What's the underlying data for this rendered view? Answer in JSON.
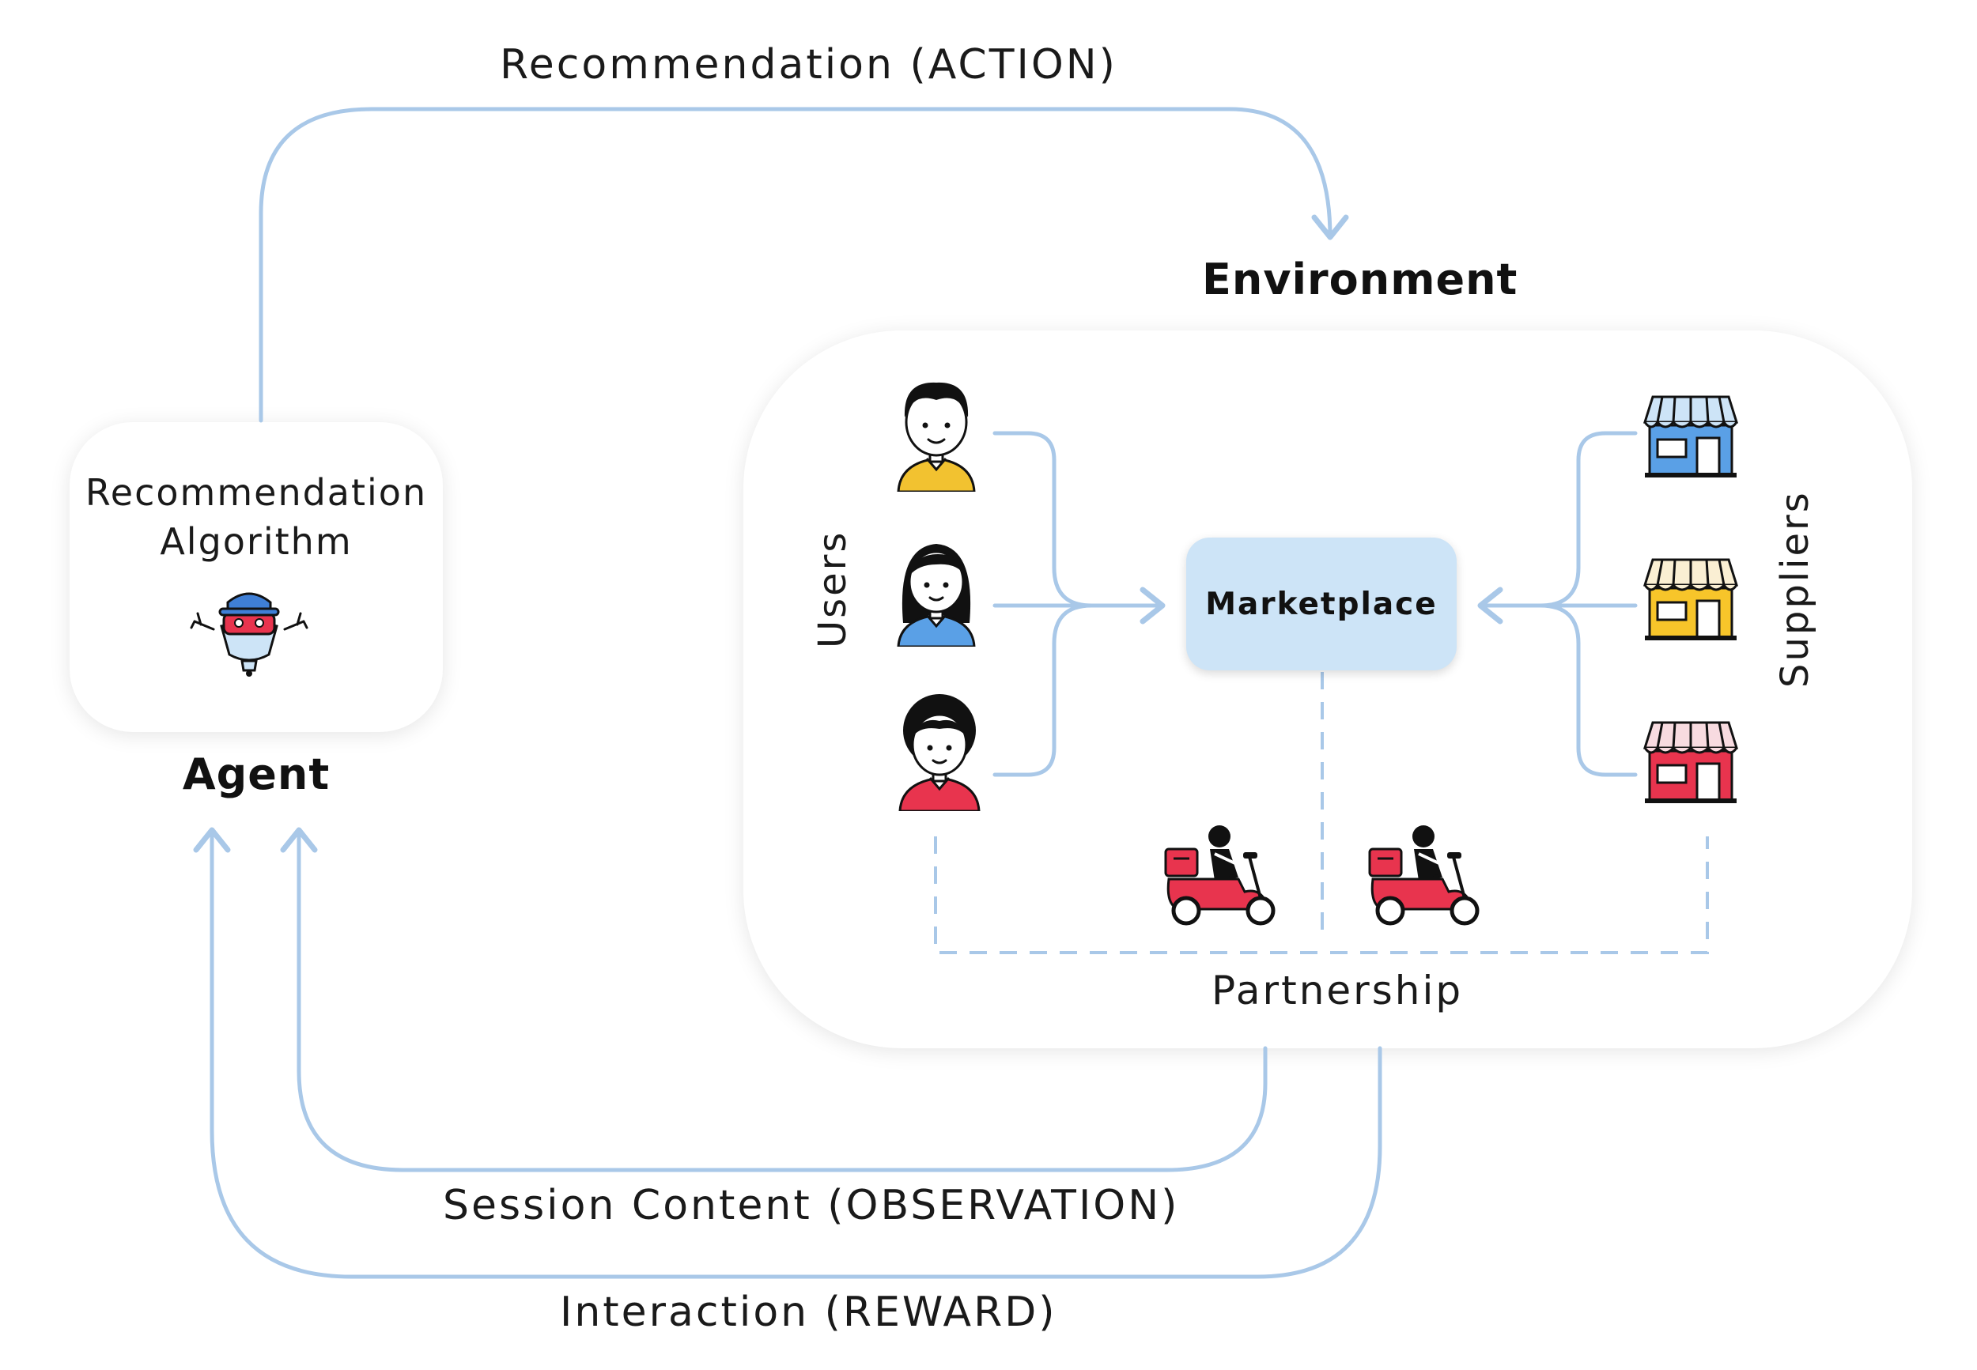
{
  "labels": {
    "action": "Recommendation (ACTION)",
    "environment": "Environment",
    "agent_title_line1": "Recommendation",
    "agent_title_line2": "Algorithm",
    "agent": "Agent",
    "users": "Users",
    "suppliers": "Suppliers",
    "marketplace": "Marketplace",
    "partnership": "Partnership",
    "observation": "Session Content (OBSERVATION)",
    "reward": "Interaction (REWARD)"
  },
  "colors": {
    "arrow": "#a9c8e8",
    "marketplace_fill": "#cde4f7",
    "shirt_yellow": "#f2c230",
    "shirt_blue": "#5aa0e6",
    "shirt_red": "#e8344e",
    "store_blue": "#5aa0e6",
    "store_yellow": "#f7c52a",
    "store_red": "#e8344e",
    "scooter": "#e8344e"
  },
  "icons": {
    "agent": "robot-icon",
    "users": [
      "man-avatar-icon",
      "woman-avatar-icon",
      "curly-man-avatar-icon"
    ],
    "suppliers": [
      "blue-store-icon",
      "yellow-store-icon",
      "red-store-icon"
    ],
    "couriers": [
      "delivery-scooter-icon",
      "delivery-scooter-icon"
    ]
  }
}
